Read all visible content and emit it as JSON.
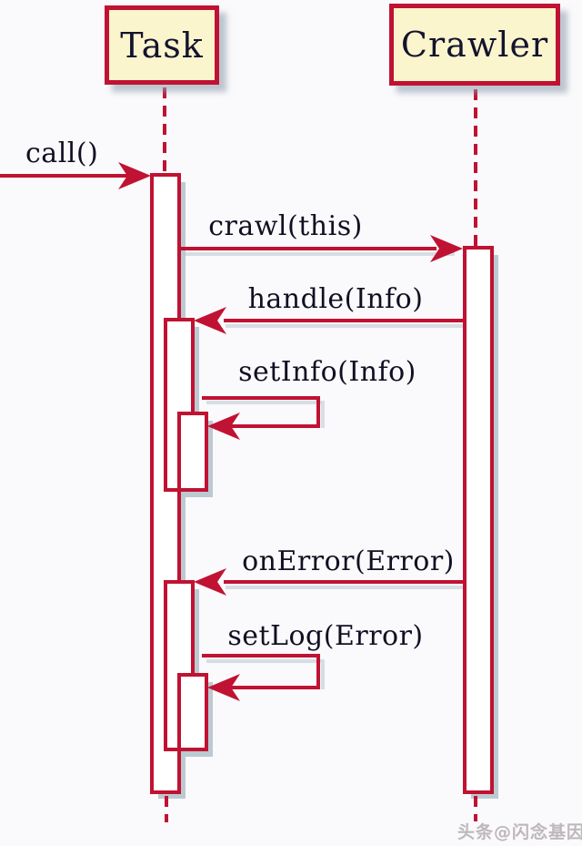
{
  "diagram": {
    "kind": "uml-sequence-diagram",
    "participants": [
      {
        "name": "Task"
      },
      {
        "name": "Crawler"
      }
    ],
    "messages": [
      {
        "label": "call()",
        "from": "external",
        "to": "Task",
        "kind": "sync"
      },
      {
        "label": "crawl(this)",
        "from": "Task",
        "to": "Crawler",
        "kind": "sync"
      },
      {
        "label": "handle(Info)",
        "from": "Crawler",
        "to": "Task",
        "kind": "sync"
      },
      {
        "label": "setInfo(Info)",
        "from": "Task",
        "to": "Task",
        "kind": "self"
      },
      {
        "label": "onError(Error)",
        "from": "Crawler",
        "to": "Task",
        "kind": "sync"
      },
      {
        "label": "setLog(Error)",
        "from": "Task",
        "to": "Task",
        "kind": "self"
      }
    ],
    "colors": {
      "line_red": "#c01232",
      "participant_fill": "#fbf5cd",
      "activation_fill": "#ffffff",
      "shadow": "#a3b8c2",
      "text": "#101022",
      "background": "#faf9fb",
      "watermark": "#b7b2b4"
    },
    "watermark": {
      "text": "头条@闪念基因"
    }
  }
}
